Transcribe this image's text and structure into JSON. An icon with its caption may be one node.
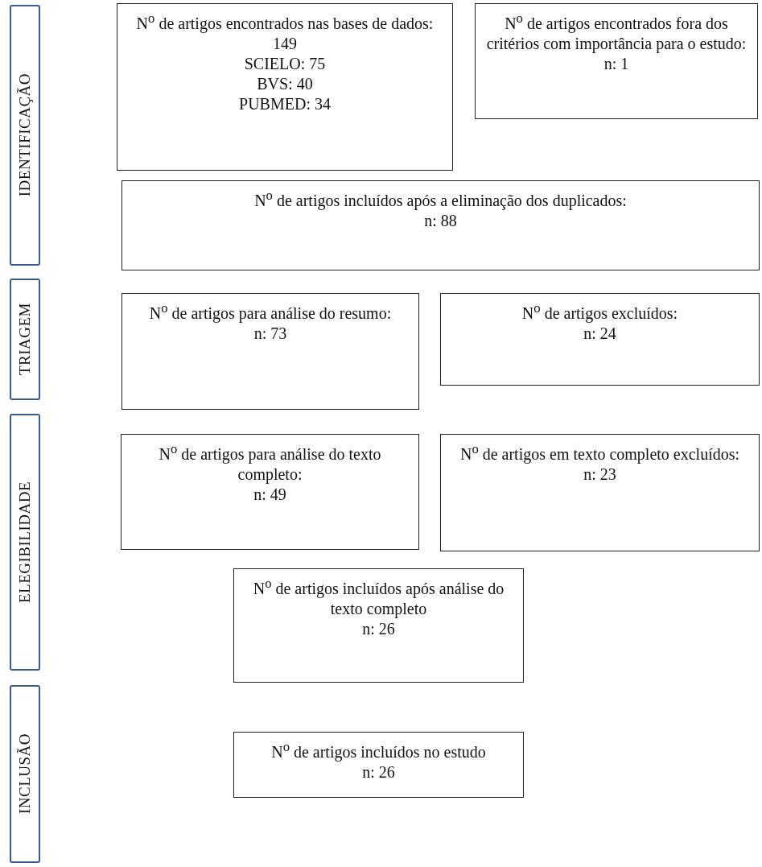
{
  "diagram": {
    "nodes": [
      {
        "text": [
          "IDENTIFICAÇÃO"
        ]
      },
      {
        "text": [
          "N$^{o}$ de artigos encontrados nas bases de dados: 149",
          "SCIELO: 75",
          "BVS: 40",
          "PUBMED: 34"
        ]
      },
      {
        "text": [
          "N$^{o}$ de artigos encontrados fora dos critérios com importância para o estudo:",
          "n: 1"
        ]
      },
      {
        "text": [
          "N$^{o}$ de artigos incluídos após a eliminação dos duplicados:",
          "n: 88"
        ]
      },
      {
        "text": [
          "TRIAGEM"
        ]
      },
      {
        "text": [
          "N$^{o}$ de artigos para análise do resumo:",
          "n: 73"
        ]
      },
      {
        "text": [
          "N$^{o}$ de artigos excluídos:",
          "n: 24"
        ]
      },
      {
        "text": [
          "ELEGIBILIDADE"
        ]
      },
      {
        "text": [
          "N$^{o}$ de artigos para análise do texto completo:",
          "n: 49"
        ]
      },
      {
        "text": [
          "N$^{o}$ de artigos em texto completo excluídos:",
          "n: 23"
        ]
      },
      {
        "text": [
          "N$^{o}$ de artigos incluídos após análise do texto completo",
          "n: 26"
        ]
      },
      {
        "text": [
          "INCLUSÃO"
        ]
      },
      {
        "text": [
          "N$^{o}$ de artigos incluídos no estudo",
          "n: 26"
        ]
      }
    ]
  }
}
